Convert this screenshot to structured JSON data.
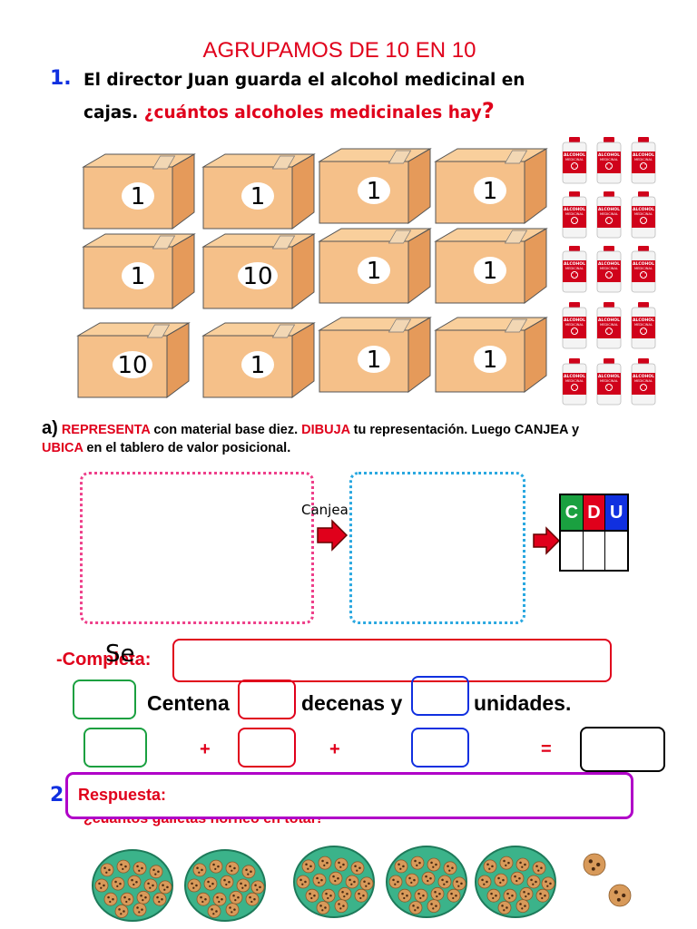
{
  "title": "AGRUPAMOS DE 10 EN 10",
  "q1": {
    "number": "1.",
    "line1": "El director Juan guarda el alcohol medicinal en",
    "line2_start": "cajas. ",
    "line2_question": "¿cuántos alcoholes medicinales hay",
    "line2_qmark": "?"
  },
  "boxes": [
    [
      "1",
      "1",
      "1",
      "1"
    ],
    [
      "1",
      "10",
      "1",
      "1"
    ],
    [
      "10",
      "1",
      "1",
      "1"
    ]
  ],
  "bottle_label": [
    "ALCOHOL",
    "MEDICINAL"
  ],
  "section_a": {
    "label": "a)",
    "represent": "REPRESENTA",
    "t1": " con material base diez. ",
    "draw": "DIBUJA",
    "t2": " tu representación. Luego CANJEA y",
    "locate": "UBICA",
    "t3": " en el tablero de valor posicional."
  },
  "canjea_label": "Canjea",
  "place_value_headers": [
    "C",
    "D",
    "U"
  ],
  "complete": {
    "label": "-Completa:",
    "overlay": "Se"
  },
  "line_units": {
    "centena": "Centena",
    "decenas": "decenas y",
    "unidades": "unidades."
  },
  "operators": {
    "plus1": "+",
    "plus2": "+",
    "equals": "="
  },
  "answer": {
    "label": "Respuesta:"
  },
  "q2": {
    "number": "2",
    "question": "¿cuántos galletas horneo en total?"
  },
  "colors": {
    "red": "#e0001b",
    "blue": "#1030e0",
    "green": "#1aa040",
    "magenta": "#b000c8",
    "pink_dots": "#ee3f8a",
    "cyan_dots": "#2aa8e0",
    "plate": "#3bb38a",
    "box": "#f5c089"
  }
}
